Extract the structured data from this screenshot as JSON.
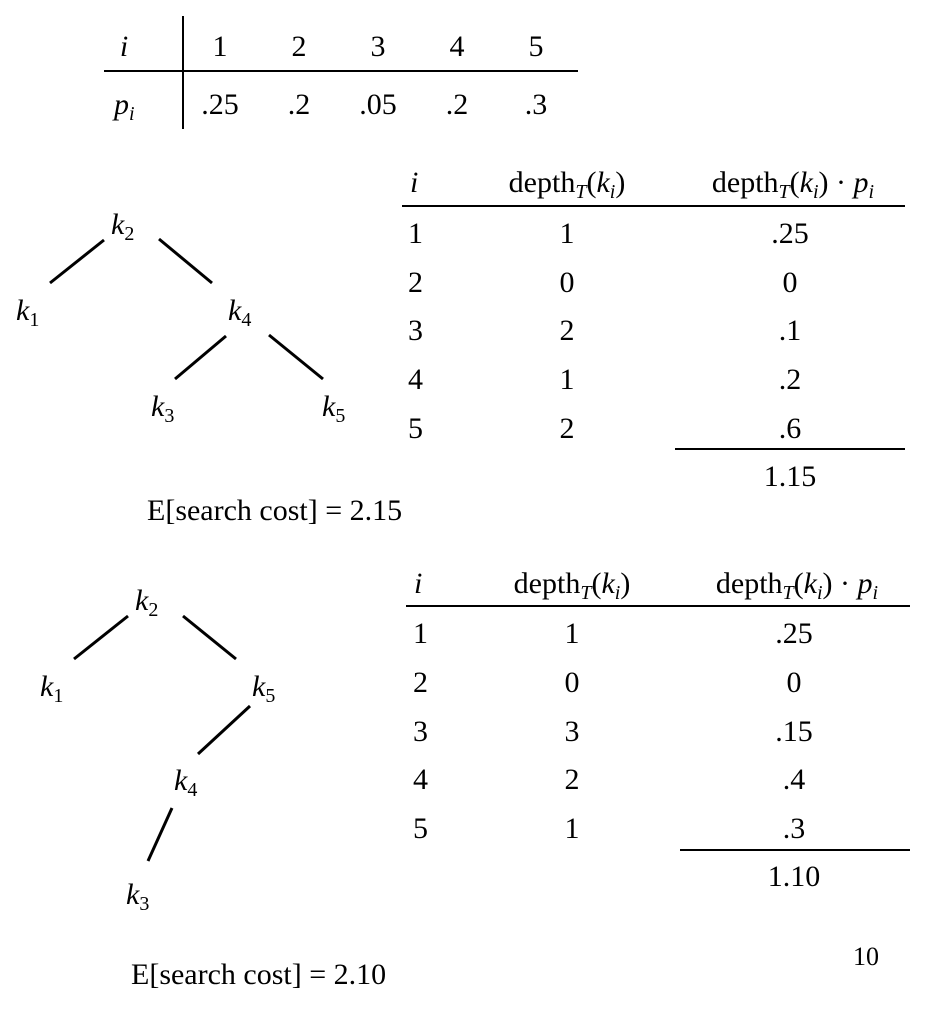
{
  "prob_table": {
    "header_label": "i",
    "row_label": "p",
    "row_label_sub": "i",
    "indices": [
      "1",
      "2",
      "3",
      "4",
      "5"
    ],
    "probabilities": [
      ".25",
      ".2",
      ".05",
      ".2",
      ".3"
    ]
  },
  "common": {
    "k": "k",
    "depth_label": "depth",
    "depth_sub": "T",
    "open_paren": "(",
    "close_paren": ")",
    "dot_times": " · ",
    "p": "p",
    "i_sub": "i",
    "col_i": "i"
  },
  "tree1": {
    "nodes": [
      "2",
      "1",
      "4",
      "3",
      "5"
    ],
    "table": {
      "rows": [
        {
          "i": "1",
          "depth": "1",
          "product": ".25"
        },
        {
          "i": "2",
          "depth": "0",
          "product": "0"
        },
        {
          "i": "3",
          "depth": "2",
          "product": ".1"
        },
        {
          "i": "4",
          "depth": "1",
          "product": ".2"
        },
        {
          "i": "5",
          "depth": "2",
          "product": ".6"
        }
      ],
      "total": "1.15"
    },
    "expected_cost": "E[search cost] = 2.15"
  },
  "tree2": {
    "nodes": [
      "2",
      "1",
      "5",
      "4",
      "3"
    ],
    "table": {
      "rows": [
        {
          "i": "1",
          "depth": "1",
          "product": ".25"
        },
        {
          "i": "2",
          "depth": "0",
          "product": "0"
        },
        {
          "i": "3",
          "depth": "3",
          "product": ".15"
        },
        {
          "i": "4",
          "depth": "2",
          "product": ".4"
        },
        {
          "i": "5",
          "depth": "1",
          "product": ".3"
        }
      ],
      "total": "1.10"
    },
    "expected_cost": "E[search cost] = 2.10"
  },
  "page_number": "10"
}
